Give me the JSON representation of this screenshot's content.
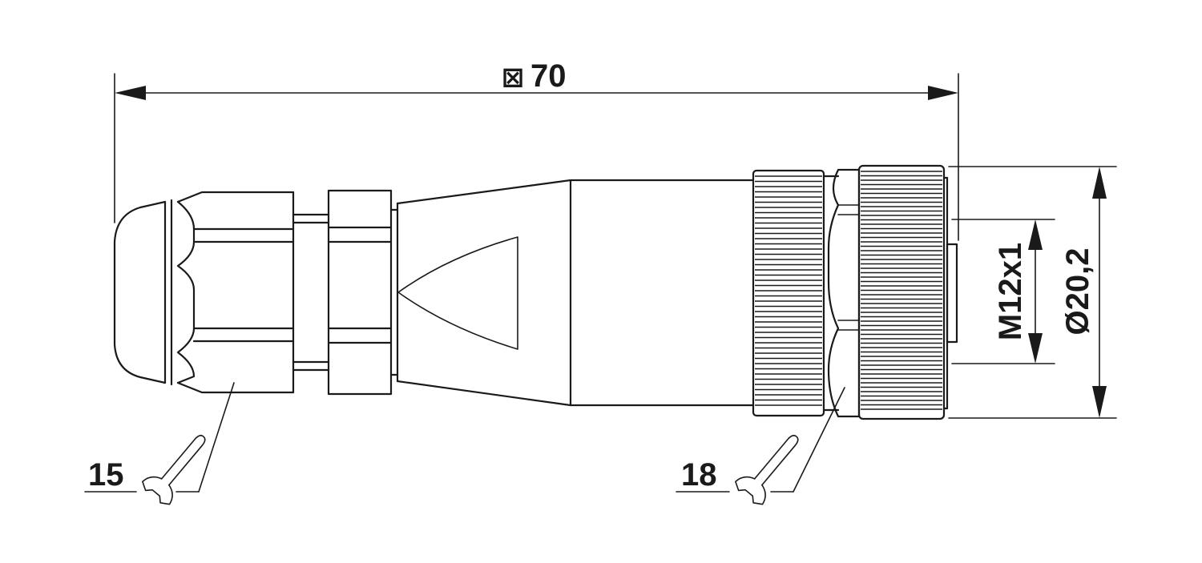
{
  "drawing": {
    "overall_length": {
      "symbol": "⊠",
      "value": "70"
    },
    "thread": "M12x1",
    "outer_diameter": "Ø20,2",
    "wrench_left": "15",
    "wrench_right": "18",
    "line_color": "#1a1a1a",
    "background": "#ffffff"
  }
}
